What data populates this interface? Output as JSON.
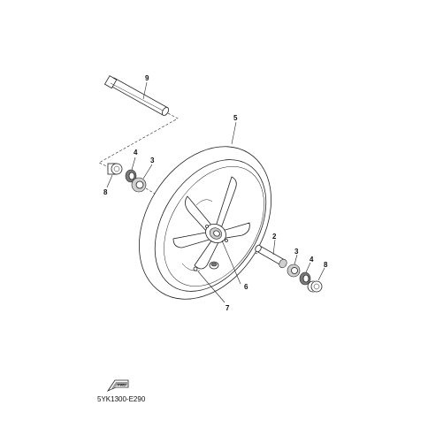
{
  "callouts": {
    "axle": "9",
    "tire": "5",
    "collar_left": "8",
    "oil_seal_left": "4",
    "bearing_left": "3",
    "spacer": "2",
    "bearing_right": "3",
    "oil_seal_right": "4",
    "collar_right": "8",
    "wheel": "6",
    "valve": "7"
  },
  "fwd_label": "FWD",
  "drawing_code": "5YK1300-E290"
}
